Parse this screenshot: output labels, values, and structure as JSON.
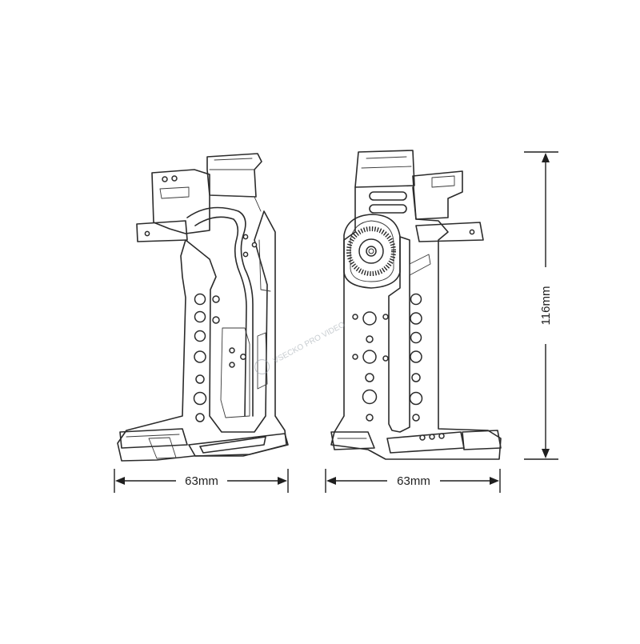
{
  "dimensions": {
    "left_width": "63mm",
    "right_width": "63mm",
    "height": "116mm"
  },
  "watermark": {
    "text": "VSECKO PRO VIDEO"
  },
  "colors": {
    "line": "#2b2b2b",
    "background": "#ffffff",
    "watermark": "#9aa3ab"
  }
}
